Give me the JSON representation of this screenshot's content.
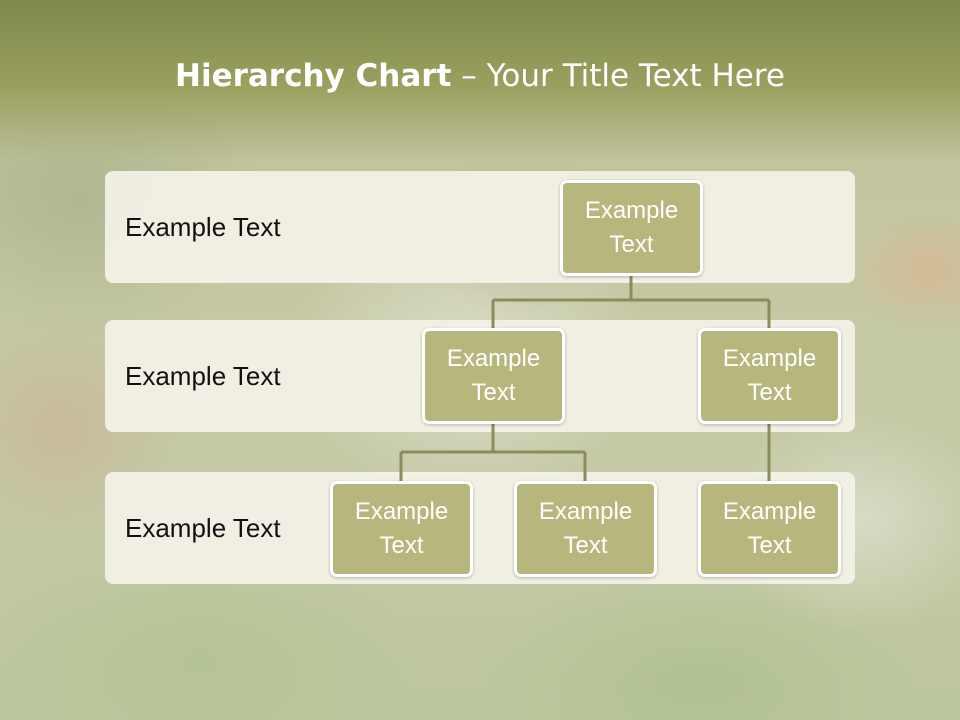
{
  "title": {
    "bold": "Hierarchy Chart",
    "rest": " – Your Title Text Here"
  },
  "levels": [
    {
      "label": "Example Text"
    },
    {
      "label": "Example Text"
    },
    {
      "label": "Example Text"
    }
  ],
  "nodes": {
    "root": "Example\nText",
    "mid_left": "Example\nText",
    "mid_right": "Example\nText",
    "leaf_1": "Example\nText",
    "leaf_2": "Example\nText",
    "leaf_3": "Example\nText"
  },
  "colors": {
    "node_fill": "#b7b67d",
    "node_border": "#ffffff",
    "connector": "#8c8b5c",
    "band_fill": "#f4f2e7",
    "title_band": "#8f9655"
  }
}
